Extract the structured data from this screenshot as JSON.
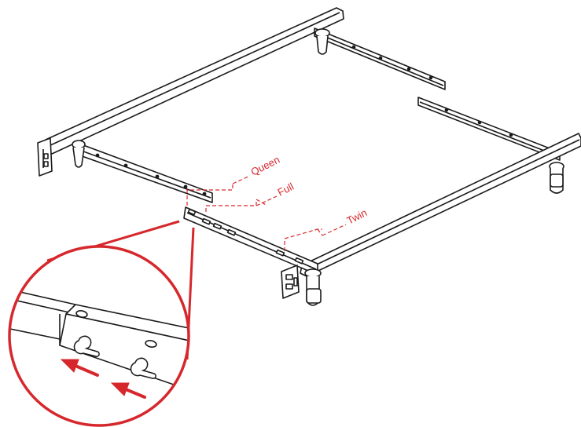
{
  "colors": {
    "line": "#1a1a1a",
    "accent": "#d6282c",
    "background": "#ffffff"
  },
  "size_labels": {
    "queen": "Queen",
    "full": "Full",
    "twin": "Twin"
  },
  "icons": {
    "arrow": "left-arrow-icon",
    "slot": "keyhole-slot-icon"
  }
}
